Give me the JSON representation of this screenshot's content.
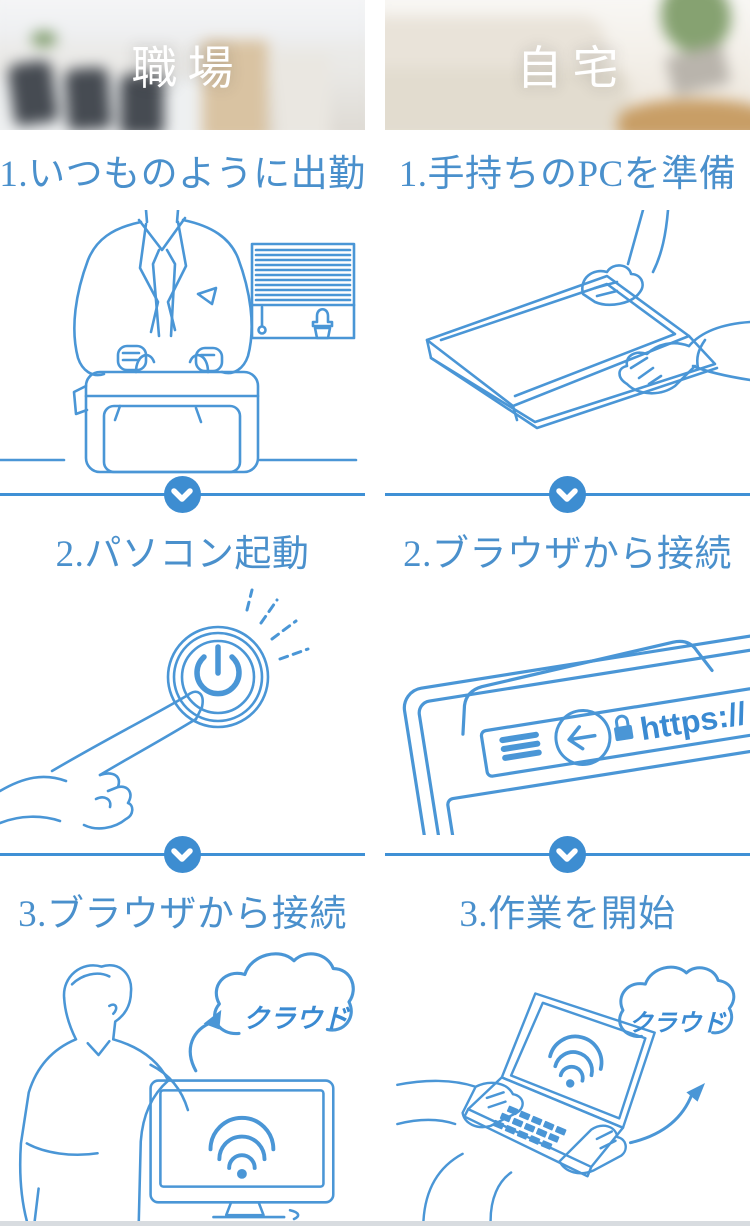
{
  "colors": {
    "line_art_accent": "#4a96d6",
    "heading_text": "#4a90cc",
    "divider_blue": "#3d8dd1",
    "header_title_text": "#ffffff",
    "bottom_border": "#d8dce0"
  },
  "columns": [
    {
      "id": "workplace",
      "header_title": "職場",
      "steps": [
        {
          "label": "1.いつものように出勤",
          "illustration": "businessman-packing-briefcase"
        },
        {
          "label": "2.パソコン起動",
          "illustration": "finger-pressing-power-button"
        },
        {
          "label": "3.ブラウザから接続",
          "illustration": "person-monitor-wifi-cloud",
          "cloud_label": "クラウド"
        }
      ]
    },
    {
      "id": "home",
      "header_title": "自宅",
      "steps": [
        {
          "label": "1.手持ちのPCを準備",
          "illustration": "hands-opening-laptop"
        },
        {
          "label": "2.ブラウザから接続",
          "illustration": "browser-address-bar",
          "address_text": "https://"
        },
        {
          "label": "3.作業を開始",
          "illustration": "typing-laptop-wifi-cloud",
          "cloud_label": "クラウド"
        }
      ]
    }
  ]
}
